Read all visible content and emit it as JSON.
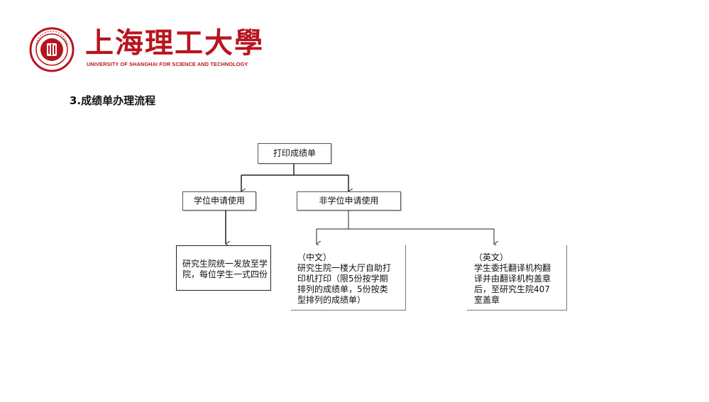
{
  "header": {
    "university_name_cn": "上海理工大學",
    "university_name_en": "UNIVERSITY OF SHANGHAI FOR SCIENCE AND TECHNOLOGY",
    "brand_color": "#b8141e"
  },
  "page": {
    "title": "3.成绩单办理流程"
  },
  "flow": {
    "root": "打印成绩单",
    "degree_use": "学位申请使用",
    "non_degree_use": "非学位申请使用",
    "degree_result": [
      "研究生院统一发放至学",
      "院，每位学生一式四份"
    ],
    "chinese_result": [
      "（中文）",
      "研究生院一楼大厅自助打",
      "印机打印（限5份按学期",
      "排列的成绩单，5份按类",
      "型排列的成绩单）"
    ],
    "english_result": [
      "（英文）",
      "学生委托翻译机构翻",
      "译并由翻译机构盖章",
      "后，至研究生院407",
      "室盖章"
    ]
  }
}
